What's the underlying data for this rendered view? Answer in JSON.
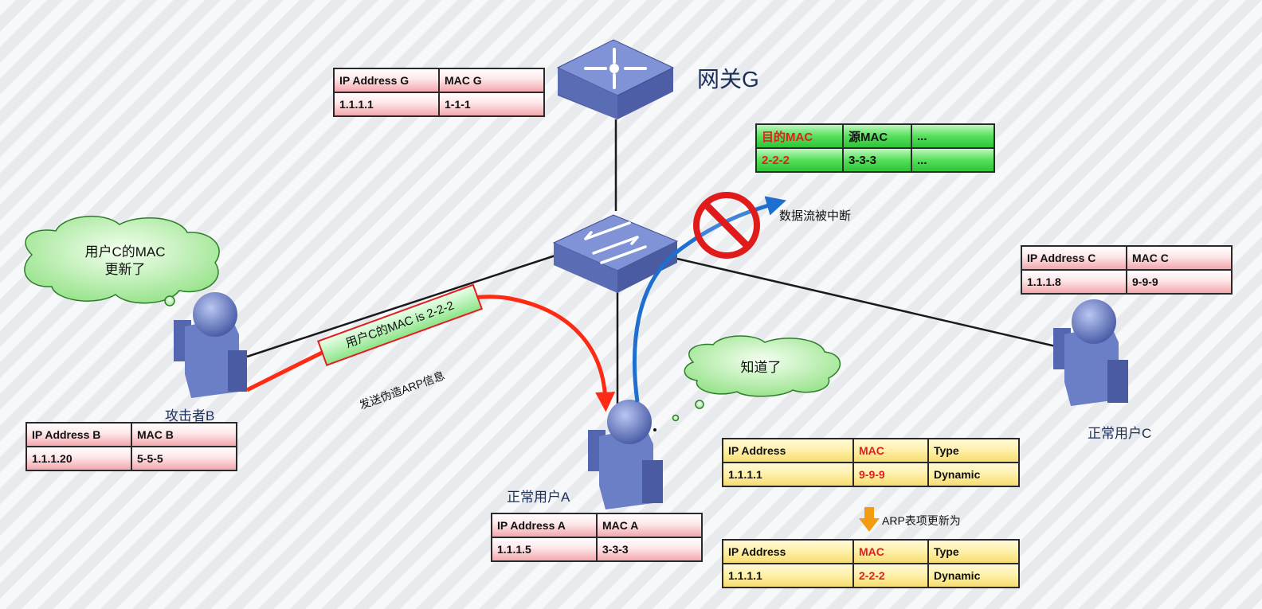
{
  "gateway": {
    "label": "网关G",
    "table": {
      "ip_header": "IP Address G",
      "mac_header": "MAC G",
      "ip": "1.1.1.1",
      "mac": "1-1-1"
    }
  },
  "frame_table": {
    "dst_header": "目的MAC",
    "src_header": "源MAC",
    "more_header": "...",
    "dst": "2-2-2",
    "src": "3-3-3",
    "more": "..."
  },
  "blocked_label": "数据流被中断",
  "attacker": {
    "cloud_line1": "用户C的MAC",
    "cloud_line2": "更新了",
    "label": "攻击者B",
    "table": {
      "ip_header": "IP Address B",
      "mac_header": "MAC B",
      "ip": "1.1.1.20",
      "mac": "5-5-5"
    }
  },
  "forged_packet": {
    "text": "用户C的MAC is 2-2-2",
    "caption": "发送伪造ARP信息"
  },
  "user_a": {
    "cloud": "知道了",
    "label": "正常用户A",
    "table": {
      "ip_header": "IP Address A",
      "mac_header": "MAC A",
      "ip": "1.1.1.5",
      "mac": "3-3-3"
    }
  },
  "user_c": {
    "label": "正常用户C",
    "table": {
      "ip_header": "IP Address C",
      "mac_header": "MAC C",
      "ip": "1.1.1.8",
      "mac": "9-9-9"
    }
  },
  "arp_before": {
    "h1": "IP Address",
    "h2": "MAC",
    "h3": "Type",
    "ip": "1.1.1.1",
    "mac": "9-9-9",
    "type": "Dynamic"
  },
  "arp_update_label": "ARP表项更新为",
  "arp_after": {
    "h1": "IP Address",
    "h2": "MAC",
    "h3": "Type",
    "ip": "1.1.1.1",
    "mac": "2-2-2",
    "type": "Dynamic"
  },
  "colors": {
    "attack_arrow": "#ff2a14",
    "data_arrow": "#1f6fd0",
    "device": "#6b7fc6",
    "forbid": "#e01b1b"
  }
}
